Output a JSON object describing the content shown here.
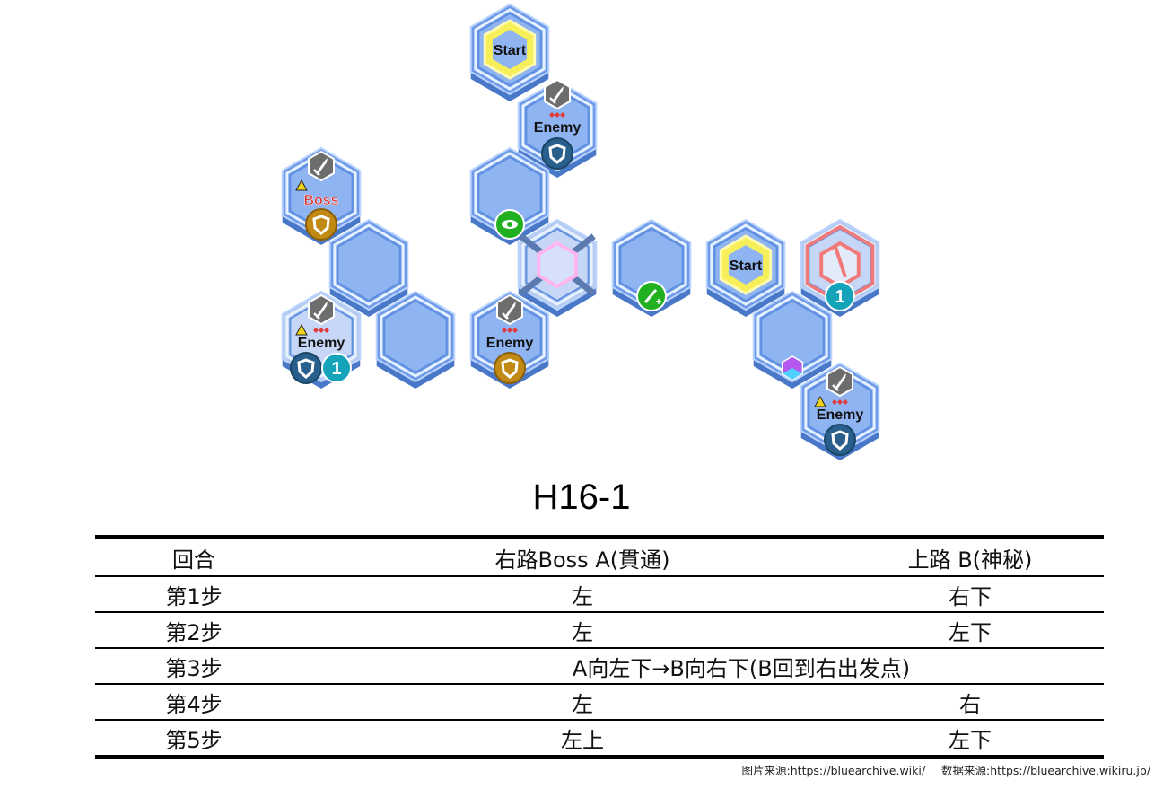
{
  "map": {
    "title": "H16-1",
    "tile_labels": {
      "start": "Start",
      "enemy": "Enemy",
      "boss": "Boss",
      "turn_count": "1"
    },
    "colors": {
      "tile_fill": "#8fb4f2",
      "tile_rim": "#5f8fe0",
      "start_ring": "#f7ef5a",
      "shield_navy": "#285f8c",
      "shield_gold": "#c08a14",
      "teal_badge": "#14a3b8",
      "green_icon": "#20b020",
      "portal_red": "#f07a7a",
      "warp_pink": "#ffb6ee"
    }
  },
  "table": {
    "headers": [
      "回合",
      "右路Boss A(貫通)",
      "上路 B(神秘)"
    ],
    "rows": [
      {
        "turn": "第1步",
        "a": "左",
        "b": "右下"
      },
      {
        "turn": "第2步",
        "a": "左",
        "b": "左下"
      },
      {
        "turn": "第3步",
        "span": "A向左下→B向右下(B回到右出发点)"
      },
      {
        "turn": "第4步",
        "a": "左",
        "b": "右"
      },
      {
        "turn": "第5步",
        "a": "左上",
        "b": "左下"
      }
    ]
  },
  "credits": {
    "image_source": "图片来源:https://bluearchive.wiki/",
    "data_source": "数据来源:https://bluearchive.wikiru.jp/"
  }
}
